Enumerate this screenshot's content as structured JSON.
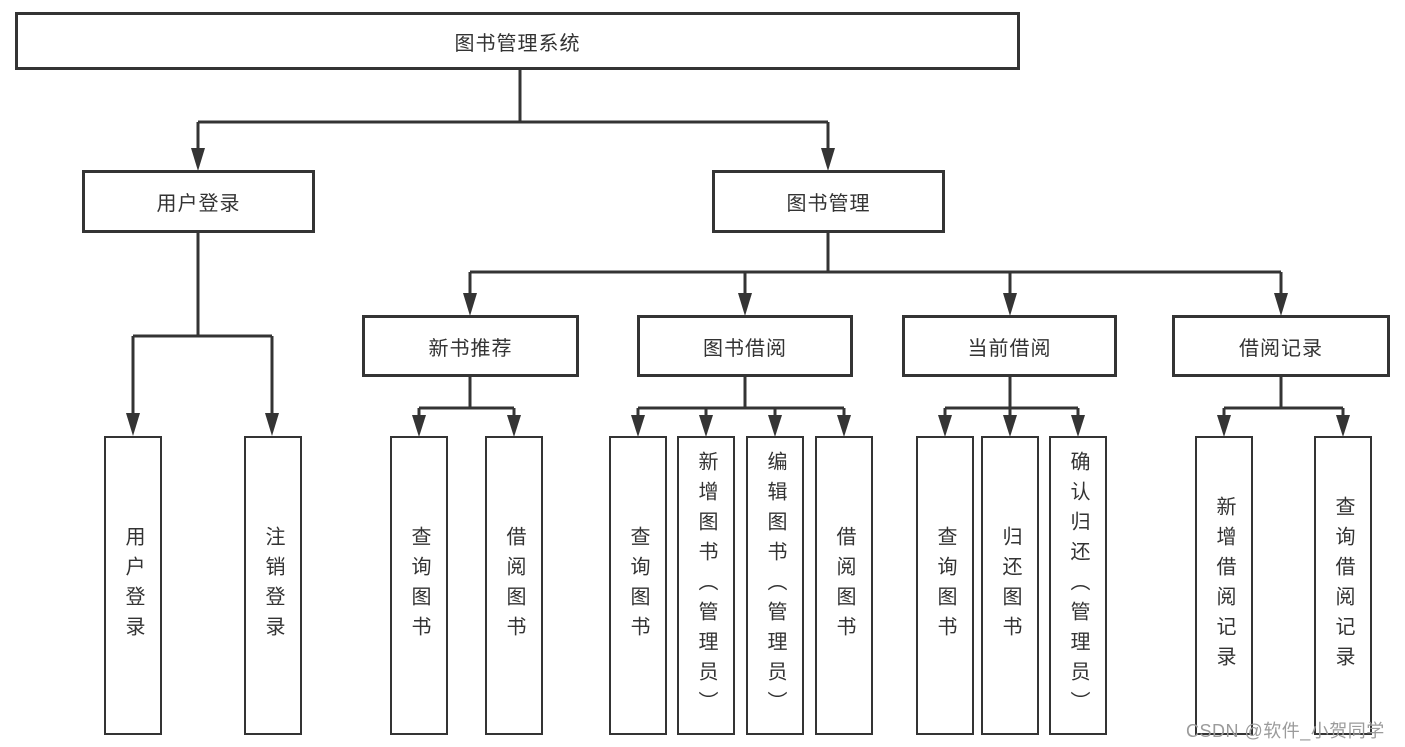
{
  "diagram": {
    "root": {
      "label": "图书管理系统"
    },
    "branches": [
      {
        "label": "用户登录",
        "children": [
          {
            "label": "用户登录"
          },
          {
            "label": "注销登录"
          }
        ]
      },
      {
        "label": "图书管理",
        "sections": [
          {
            "label": "新书推荐",
            "children": [
              {
                "label": "查询图书"
              },
              {
                "label": "借阅图书"
              }
            ]
          },
          {
            "label": "图书借阅",
            "children": [
              {
                "label": "查询图书"
              },
              {
                "label": "新增图书（管理员）"
              },
              {
                "label": "编辑图书（管理员）"
              },
              {
                "label": "借阅图书"
              }
            ]
          },
          {
            "label": "当前借阅",
            "children": [
              {
                "label": "查询图书"
              },
              {
                "label": "归还图书"
              },
              {
                "label": "确认归还（管理员）"
              }
            ]
          },
          {
            "label": "借阅记录",
            "children": [
              {
                "label": "新增借阅记录"
              },
              {
                "label": "查询借阅记录"
              }
            ]
          }
        ]
      }
    ],
    "watermark": "CSDN @软件_小贺同学",
    "colors": {
      "line": "#343434",
      "text": "#333333",
      "watermark": "#9b9b9b",
      "background": "#ffffff"
    }
  }
}
